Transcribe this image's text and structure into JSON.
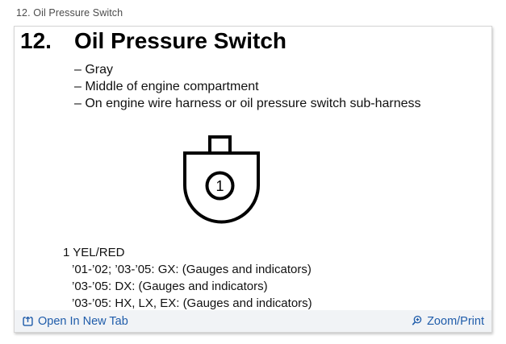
{
  "breadcrumb": "12. Oil Pressure Switch",
  "heading": {
    "number": "12.",
    "title": "Oil Pressure Switch"
  },
  "bullets": [
    "– Gray",
    "– Middle of engine compartment",
    "– On engine wire harness or oil pressure switch sub-harness"
  ],
  "diagram": {
    "pin_label": "1"
  },
  "pin_info": {
    "pin": "1",
    "wire": "YEL/RED",
    "applications": [
      "’01-’02; ’03-’05: GX: (Gauges and indicators)",
      "’03-’05: DX: (Gauges and indicators)",
      "’03-’05: HX, LX, EX: (Gauges and indicators)"
    ]
  },
  "footer": {
    "open_link": "Open In New Tab",
    "zoom_link": "Zoom/Print"
  },
  "colors": {
    "link_blue": "#1f5caa",
    "footer_bg": "#f1f3f6",
    "panel_border": "#d5d5d5",
    "breadcrumb_gray": "#4c4c4c"
  }
}
